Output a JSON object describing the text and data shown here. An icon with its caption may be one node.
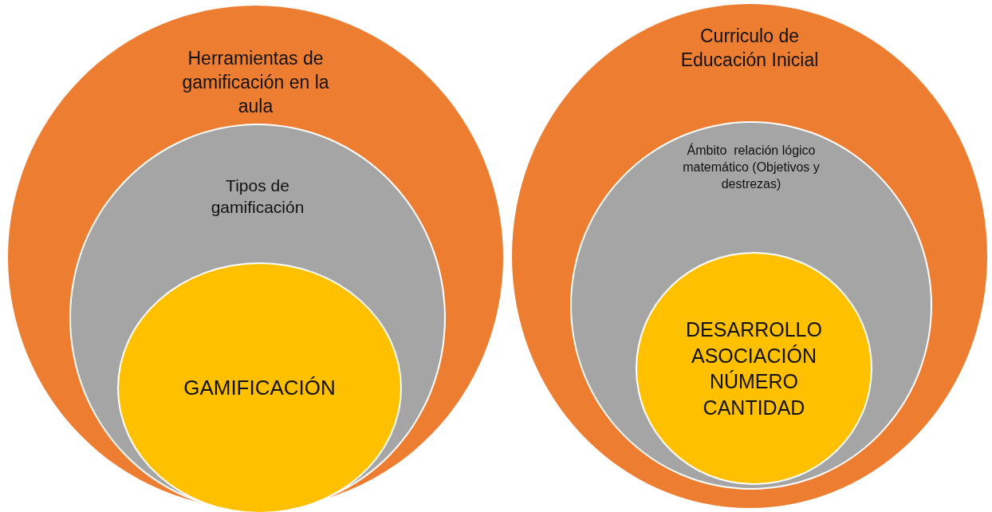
{
  "diagram": {
    "nodes": [
      {
        "text": [
          "Herramientas de gamificación en la aula"
        ]
      },
      {
        "text": [
          "Tipos de gamificación"
        ],
        "in": 0
      },
      {
        "text": [
          "GAMIFICACIÓN"
        ],
        "in": 1
      },
      {
        "text": [
          "Curriculo de Educación Inicial"
        ]
      },
      {
        "text": [
          "Ámbito  relación lógico matemático (Objetivos y destrezas)"
        ],
        "in": 3
      },
      {
        "text": [
          "DESARROLLO ASOCIACIÓN NÚMERO CANTIDAD"
        ],
        "in": 4
      }
    ]
  }
}
